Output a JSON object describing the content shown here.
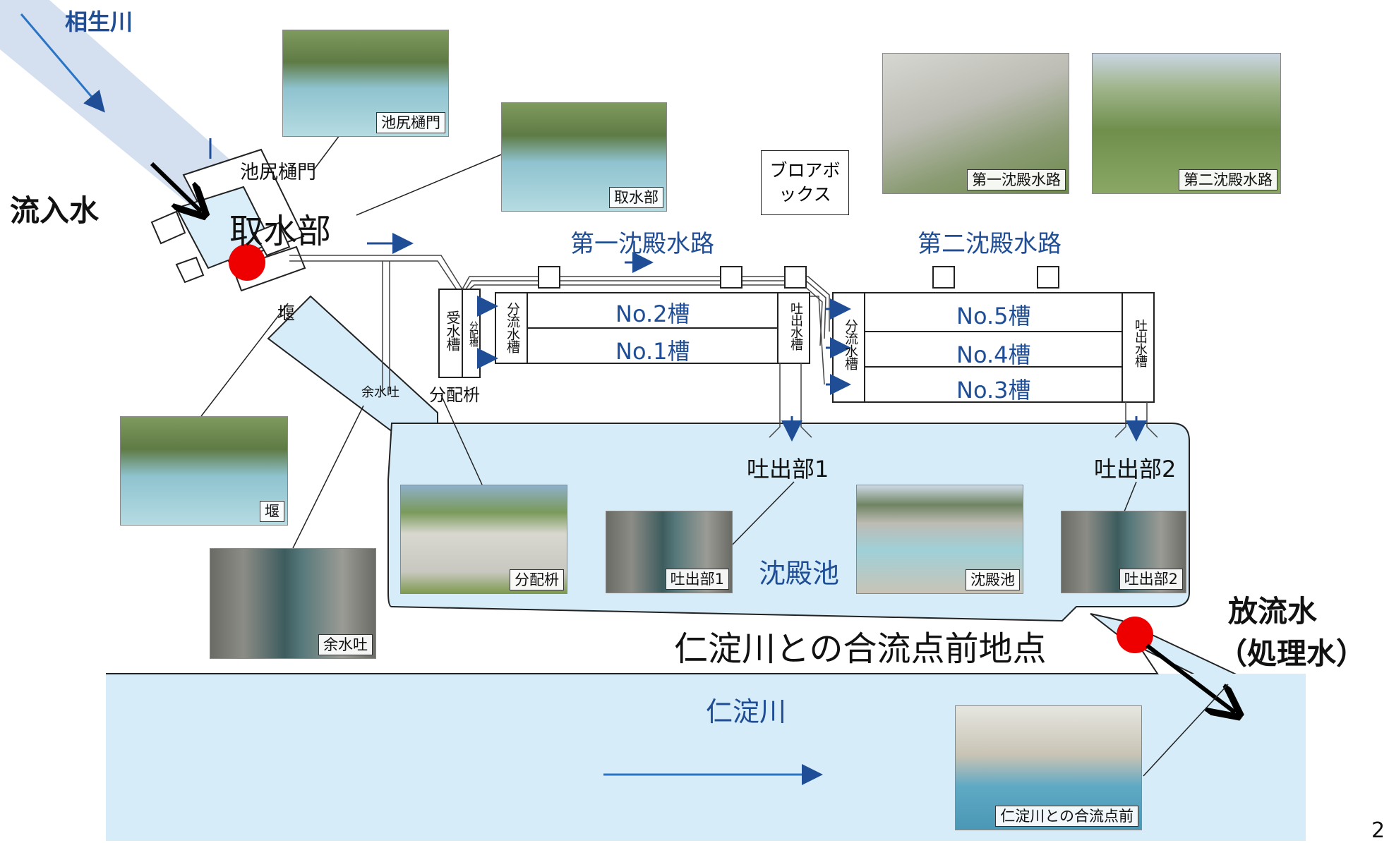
{
  "river_aioi": "相生川",
  "inflow": "流入水",
  "intake": "取水部",
  "ikejiri_gate": "池尻樋門",
  "weir": "堰",
  "spillway": "余水吐",
  "distribution_box": "分配枡",
  "receiving_tank": "受水槽",
  "distribution_tank": "分配槽",
  "split_tank": "分流水槽",
  "outlet_tank": "吐出水槽",
  "blower_box": "ブロアボックス",
  "channel1_title": "第一沈殿水路",
  "channel2_title": "第二沈殿水路",
  "tanks": {
    "no2": "No.2槽",
    "no1": "No.1槽",
    "no5": "No.5槽",
    "no4": "No.4槽",
    "no3": "No.3槽"
  },
  "outlet1": "吐出部1",
  "outlet2": "吐出部2",
  "settling_pond": "沈殿池",
  "confluence_point": "仁淀川との合流点前地点",
  "niyodo_river": "仁淀川",
  "discharge_line1": "放流水",
  "discharge_line2": "（処理水）",
  "page_number": "2",
  "photos": {
    "ikejiri": "池尻樋門",
    "intake": "取水部",
    "channel1": "第一沈殿水路",
    "channel2": "第二沈殿水路",
    "weir": "堰",
    "spillway": "余水吐",
    "distribution": "分配枡",
    "outlet1": "吐出部1",
    "pond": "沈殿池",
    "outlet2": "吐出部2",
    "confluence": "仁淀川との合流点前"
  },
  "colors": {
    "water": "#d6ecf8",
    "accent_blue": "#1f4e96",
    "marker_red": "#ee0000",
    "text": "#111111"
  }
}
